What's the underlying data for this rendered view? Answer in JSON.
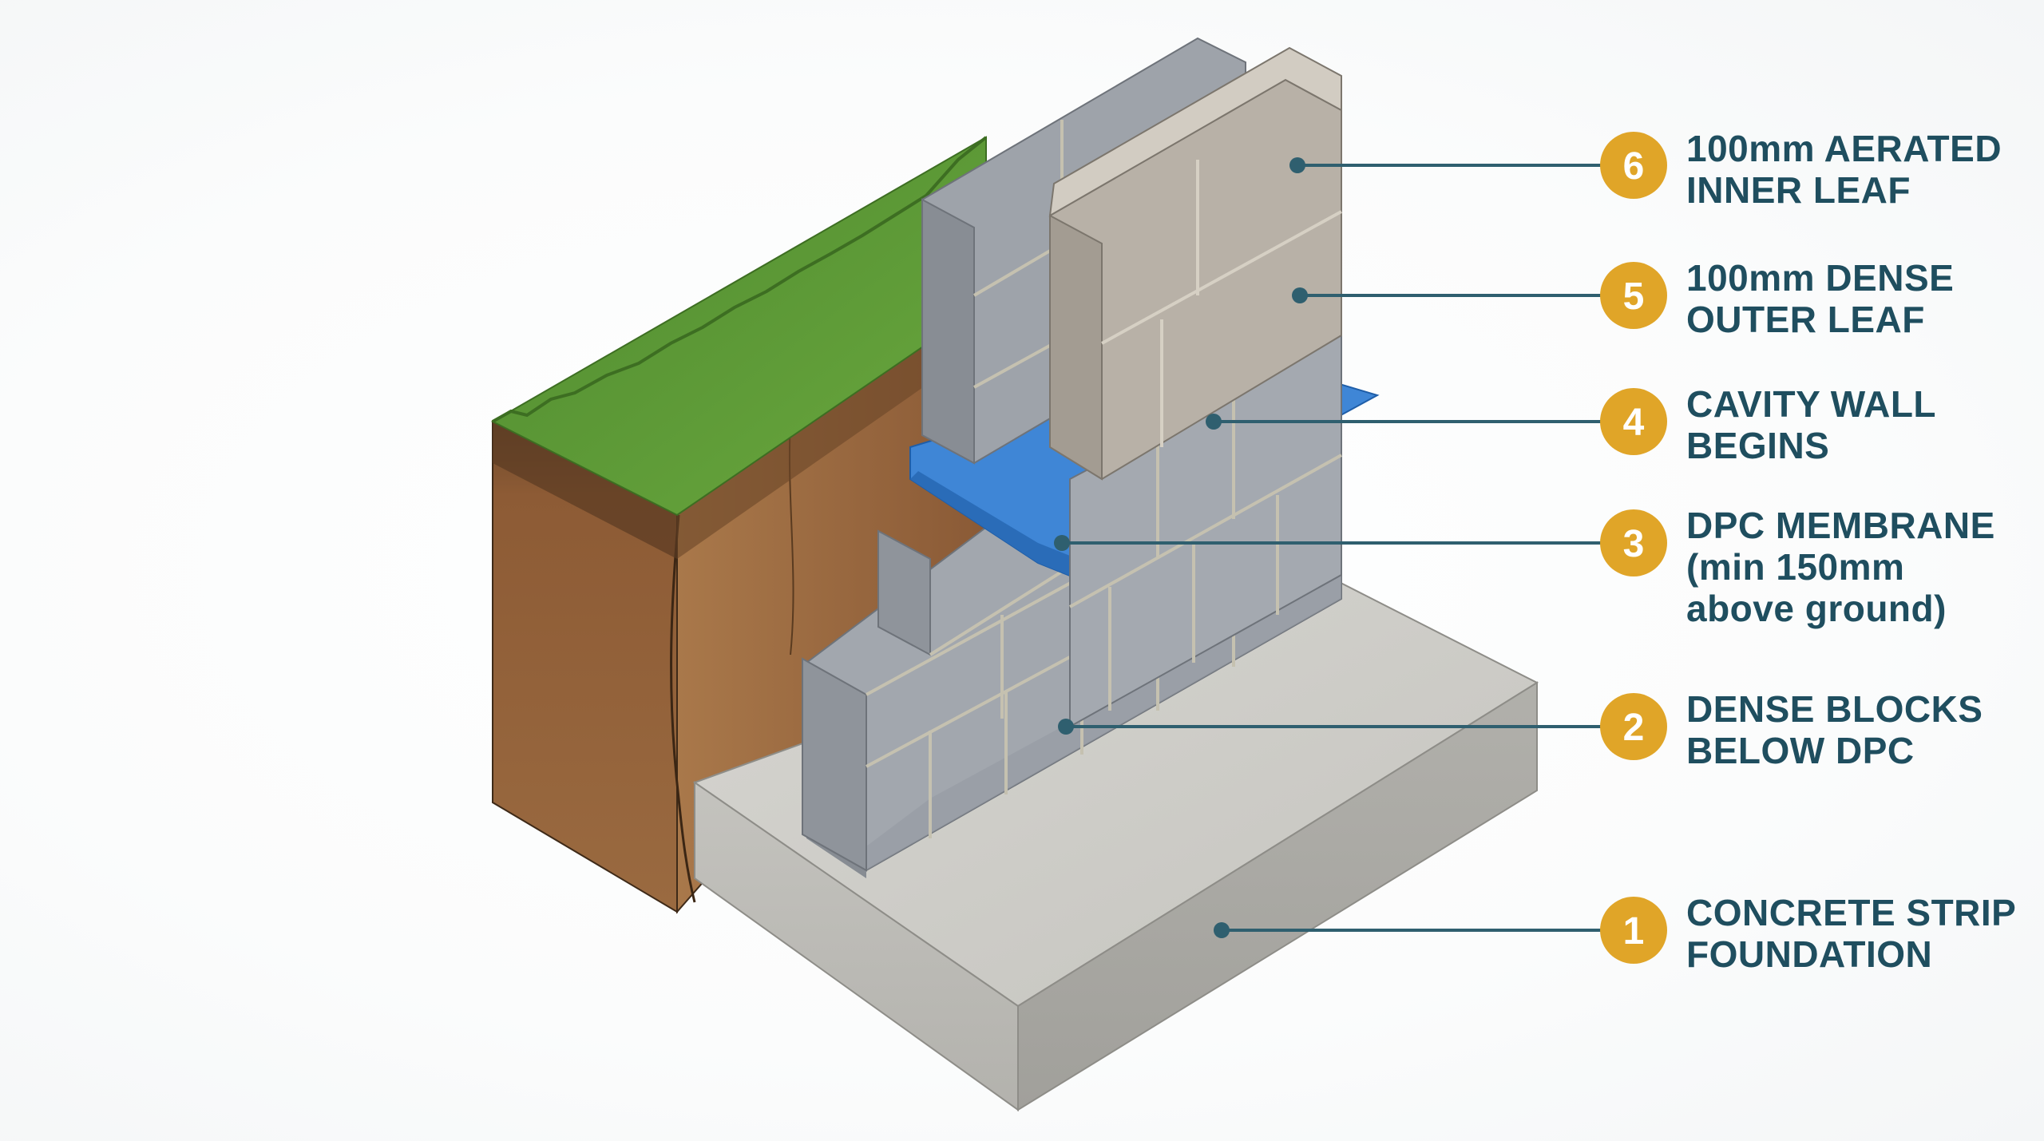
{
  "callouts": [
    {
      "number": "6",
      "lines": [
        "100mm AERATED",
        "INNER LEAF"
      ]
    },
    {
      "number": "5",
      "lines": [
        "100mm DENSE",
        "OUTER LEAF"
      ]
    },
    {
      "number": "4",
      "lines": [
        "CAVITY WALL",
        "BEGINS"
      ]
    },
    {
      "number": "3",
      "lines": [
        "DPC MEMBRANE",
        "(min 150mm",
        "above ground)"
      ]
    },
    {
      "number": "2",
      "lines": [
        "DENSE BLOCKS",
        "BELOW DPC"
      ]
    },
    {
      "number": "1",
      "lines": [
        "CONCRETE STRIP",
        "FOUNDATION"
      ]
    }
  ],
  "colors": {
    "leader": "#2f5f6f",
    "badge": "#e0a528",
    "badge_text": "#ffffff",
    "label_text": "#1f4e5f",
    "grass": "#5f9a3a",
    "soil": "#8a5a36",
    "concrete": "#c9c8c3",
    "dense_block": "#9aa0a8",
    "aerated_block": "#b9b2a8",
    "dpc": "#2f7fd0"
  }
}
